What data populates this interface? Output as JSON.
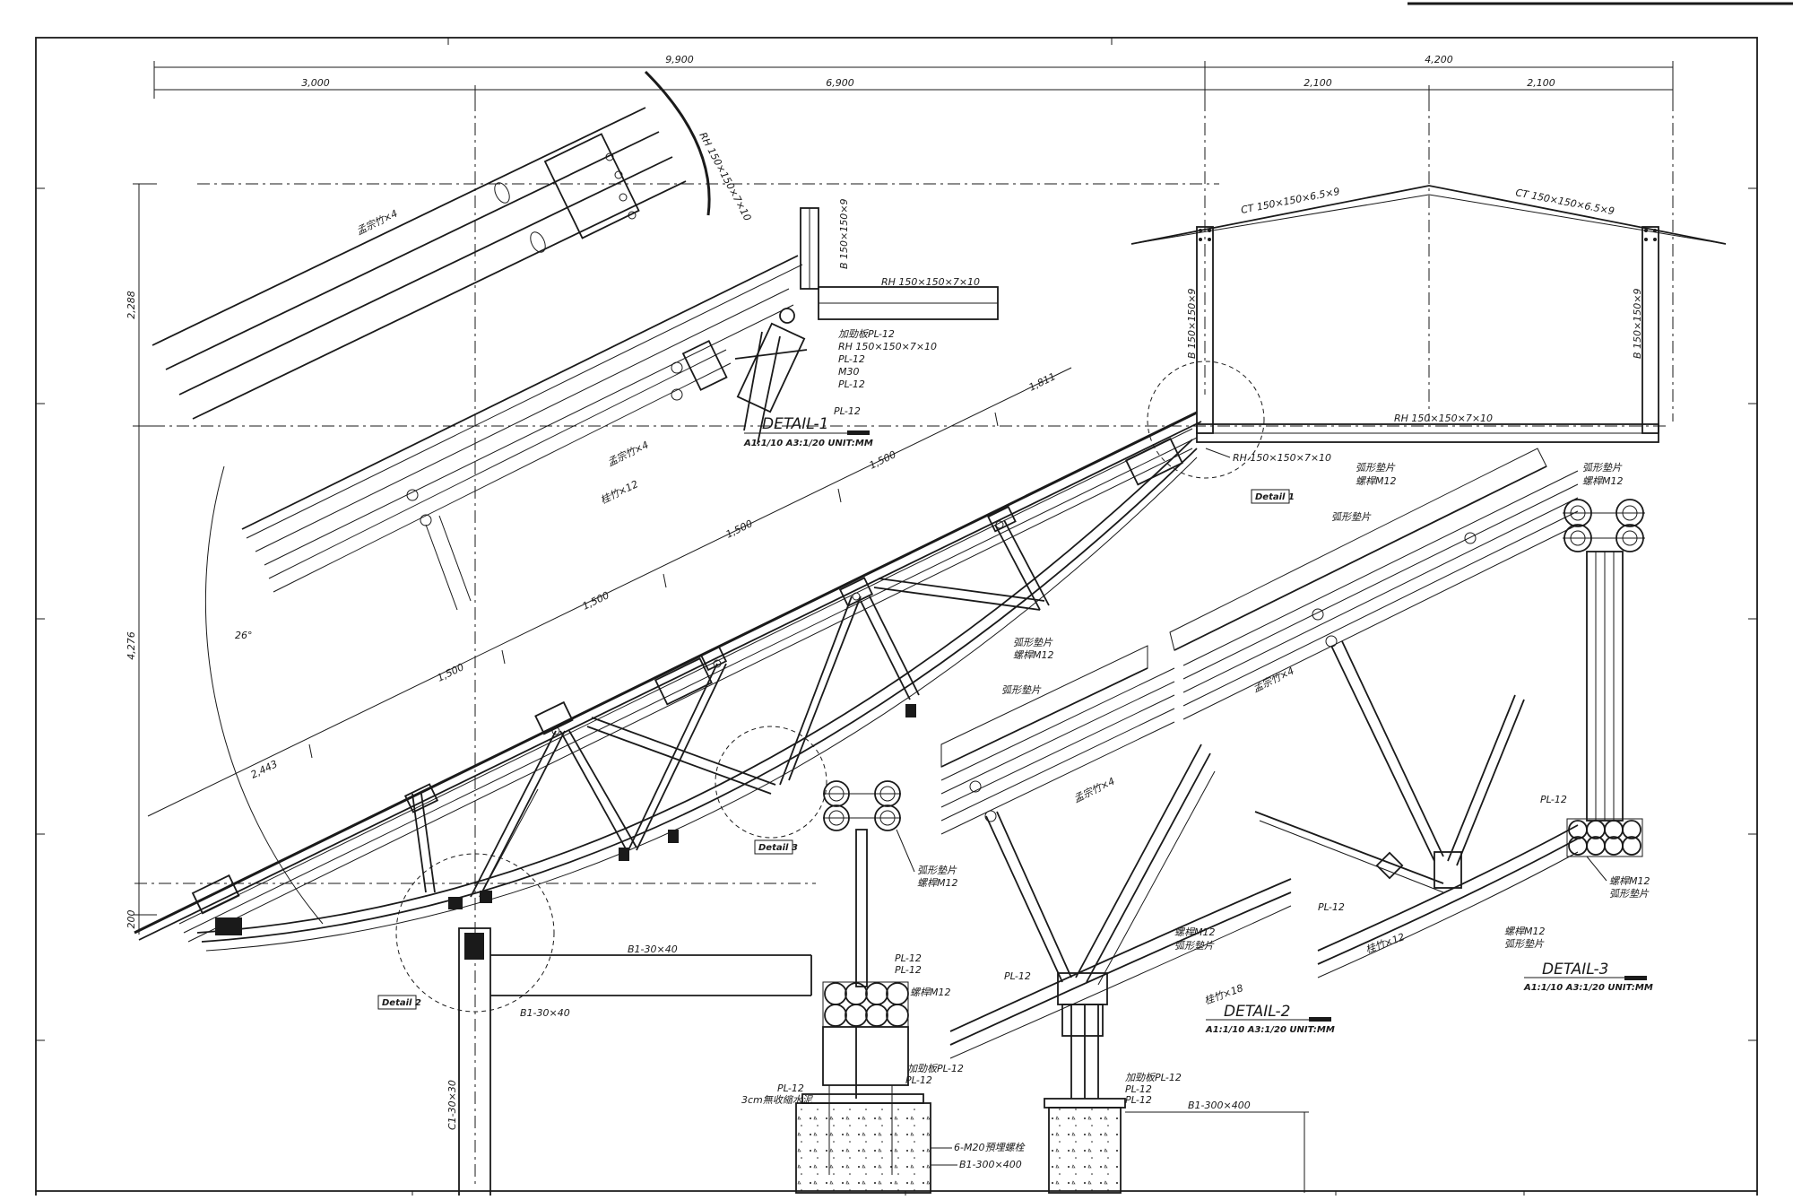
{
  "dims": {
    "top_total_left": "9,900",
    "top_total_right": "4,200",
    "top_a": "3,000",
    "top_b": "6,900",
    "top_c": "2,100",
    "top_d": "2,100",
    "left_upper": "2,288",
    "left_lower": "4,276",
    "left_bottom": "200",
    "angle": "26°",
    "slope_1": "1,811",
    "slope_2": "1,500",
    "slope_3": "1,500",
    "slope_4": "1,500",
    "slope_5": "1,500",
    "slope_6": "2,443"
  },
  "labels": {
    "rh_diag": "RH 150×150×7×10",
    "bamboo_top": "孟宗竹×4",
    "b_col": "B 150×150×9",
    "rh_beam": "RH 150×150×7×10",
    "stiffener": "加勁板PL-12",
    "rh_d1": "RH 150×150×7×10",
    "pl_a": "PL-12",
    "m30": "M30",
    "pl_b": "PL-12",
    "pl_c": "PL-12",
    "bamboo_mid": "孟宗竹×4",
    "gui_12": "桂竹×12",
    "ct_left": "CT 150×150×6.5×9",
    "ct_right": "CT 150×150×6.5×9",
    "b_left": "B 150×150×9",
    "b_right": "B 150×150×9",
    "rh_bottom": "RH 150×150×7×10",
    "rh_detail1": "RH 150×150×7×10",
    "b1_30x40_a": "B1-30×40",
    "b1_30x40_b": "B1-30×40",
    "c1": "C1-30×30",
    "arc_washer_1": "弧形墊片",
    "bolt_m12_1": "螺桿M12",
    "arc_washer_2": "弧形墊片",
    "bamboo_d2": "孟宗竹×4",
    "arc_washer_3": "弧形墊片",
    "pl_12_d": "PL-12",
    "pl_12_e": "PL-12",
    "bolt_m12_2": "螺桿M12",
    "stiff_2": "加勁板PL-12",
    "pl_12_f": "PL-12",
    "pl_12_g": "PL-12",
    "cement": "3cm無收縮水泥",
    "anchor": "6-M20預埋螺栓",
    "b1_300x400_a": "B1-300×400",
    "b1_300x400_b": "B1-300×400",
    "pl_12_h": "PL-12",
    "bolt_m12_3": "螺桿M12",
    "arc_washer_4": "弧形墊片",
    "gui_18": "桂竹×18",
    "stiff_3": "加勁板PL-12",
    "pl_12_i": "PL-12",
    "pl_12_j": "PL-12",
    "arc_washer_5": "弧形墊片",
    "bolt_m12_4": "螺桿M12",
    "arc_washer_6": "弧形墊片",
    "bamboo_d3": "孟宗竹×4",
    "pl_12_k": "PL-12",
    "gui_12_b": "桂竹×12",
    "bolt_m12_5": "螺桿M12",
    "arc_washer_7": "弧形墊片",
    "arc_washer_8": "弧形墊片",
    "bolt_m12_6": "螺桿M12",
    "pl_12_l": "PL-12",
    "bolt_m12_7": "螺桿M12",
    "arc_washer_9": "弧形墊片"
  },
  "details": {
    "d1_title": "DETAIL-1",
    "d1_scale": "A1:1/10  A3:1/20  UNIT:MM",
    "d2_title": "DETAIL-2",
    "d2_scale": "A1:1/10  A3:1/20  UNIT:MM",
    "d3_title": "DETAIL-3",
    "d3_scale": "A1:1/10  A3:1/20  UNIT:MM",
    "tag_1": "Detail 1",
    "tag_2": "Detail 2",
    "tag_3": "Detail 3"
  }
}
